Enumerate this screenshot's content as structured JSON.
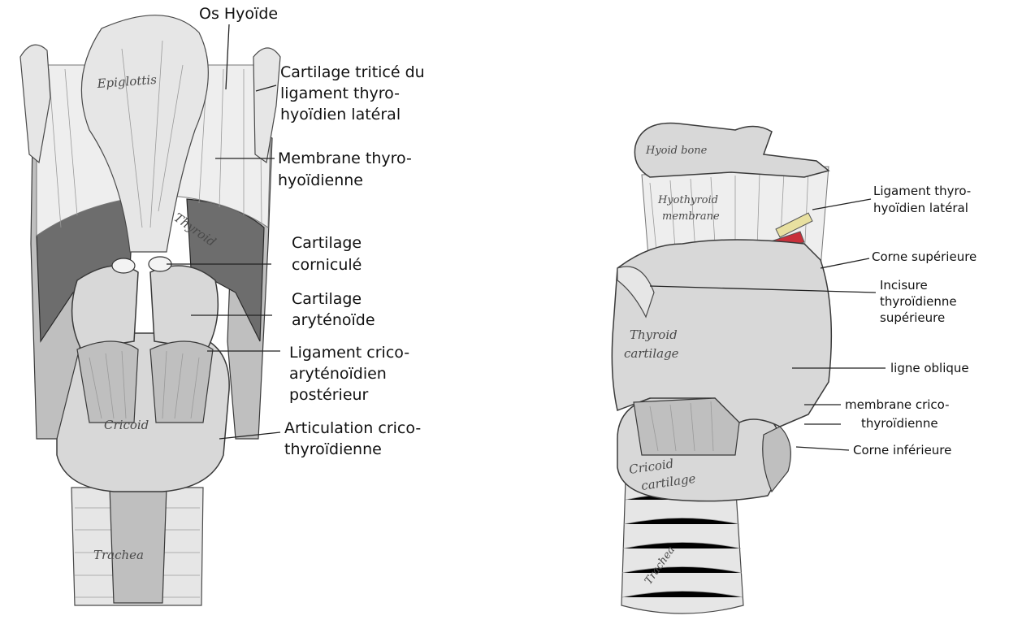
{
  "left_figure": {
    "labels": {
      "os_hyoide": "Os Hyoïde",
      "cartilage_triticee_1": "Cartilage triticé du",
      "cartilage_triticee_2": "ligament thyro-",
      "cartilage_triticee_3": "hyoïdien latéral",
      "membrane_thyro_1": "Membrane thyro-",
      "membrane_thyro_2": "hyoïdienne",
      "corniculé_1": "Cartilage",
      "corniculé_2": "corniculé",
      "aryt_1": "Cartilage",
      "aryt_2": "aryténoïde",
      "lig_crico_1": "Ligament crico-",
      "lig_crico_2": "aryténoïdien",
      "lig_crico_3": "postérieur",
      "artic_1": "Articulation crico-",
      "artic_2": "thyroïdienne"
    },
    "image_labels": {
      "epiglottis": "Epiglottis",
      "thyroid": "Thyroid",
      "cricoid": "Cricoid",
      "trachea": "Trachea"
    }
  },
  "right_figure": {
    "labels": {
      "lig_lat_1": "Ligament thyro-",
      "lig_lat_2": "hyoïdien latéral",
      "corne_sup": "Corne supérieure",
      "incisure_1": "Incisure",
      "incisure_2": "thyroïdienne",
      "incisure_3": "supérieure",
      "ligne_oblique": "ligne oblique",
      "membrane_crico_1": "membrane crico-",
      "membrane_crico_2": "thyroïdienne",
      "corne_inf": "Corne inférieure"
    },
    "image_labels": {
      "hyoid_bone": "Hyoid bone",
      "hyothyroid_1": "Hyothyroid",
      "hyothyroid_2": "membrane",
      "thyroid_1": "Thyroid",
      "thyroid_2": "cartilage",
      "cricoid_1": "Cricoid",
      "cricoid_2": "cartilage",
      "trachea": "Trachea"
    }
  }
}
